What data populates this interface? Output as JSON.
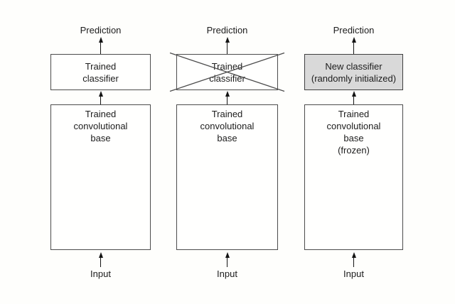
{
  "columns": [
    {
      "id": "original-model",
      "prediction_label": "Prediction",
      "classifier_label": "Trained\nclassifier",
      "base_label": "Trained\nconvolutional\nbase",
      "input_label": "Input",
      "classifier_crossed_out": false,
      "classifier_highlighted": false
    },
    {
      "id": "discarded-classifier",
      "prediction_label": "Prediction",
      "classifier_label": "Trained\nclassifier",
      "base_label": "Trained\nconvolutional\nbase",
      "input_label": "Input",
      "classifier_crossed_out": true,
      "classifier_highlighted": false
    },
    {
      "id": "new-classifier-on-frozen-base",
      "prediction_label": "Prediction",
      "classifier_label": "New classifier\n(randomly initialized)",
      "base_label": "Trained\nconvolutional\nbase\n(frozen)",
      "input_label": "Input",
      "classifier_crossed_out": false,
      "classifier_highlighted": true
    }
  ],
  "colors": {
    "background": "#fefefc",
    "box_fill": "#fffffe",
    "box_border": "#4c4c4c",
    "highlight_fill": "#d9d9d9",
    "arrow": "#141414",
    "text": "#1c1c1c"
  }
}
